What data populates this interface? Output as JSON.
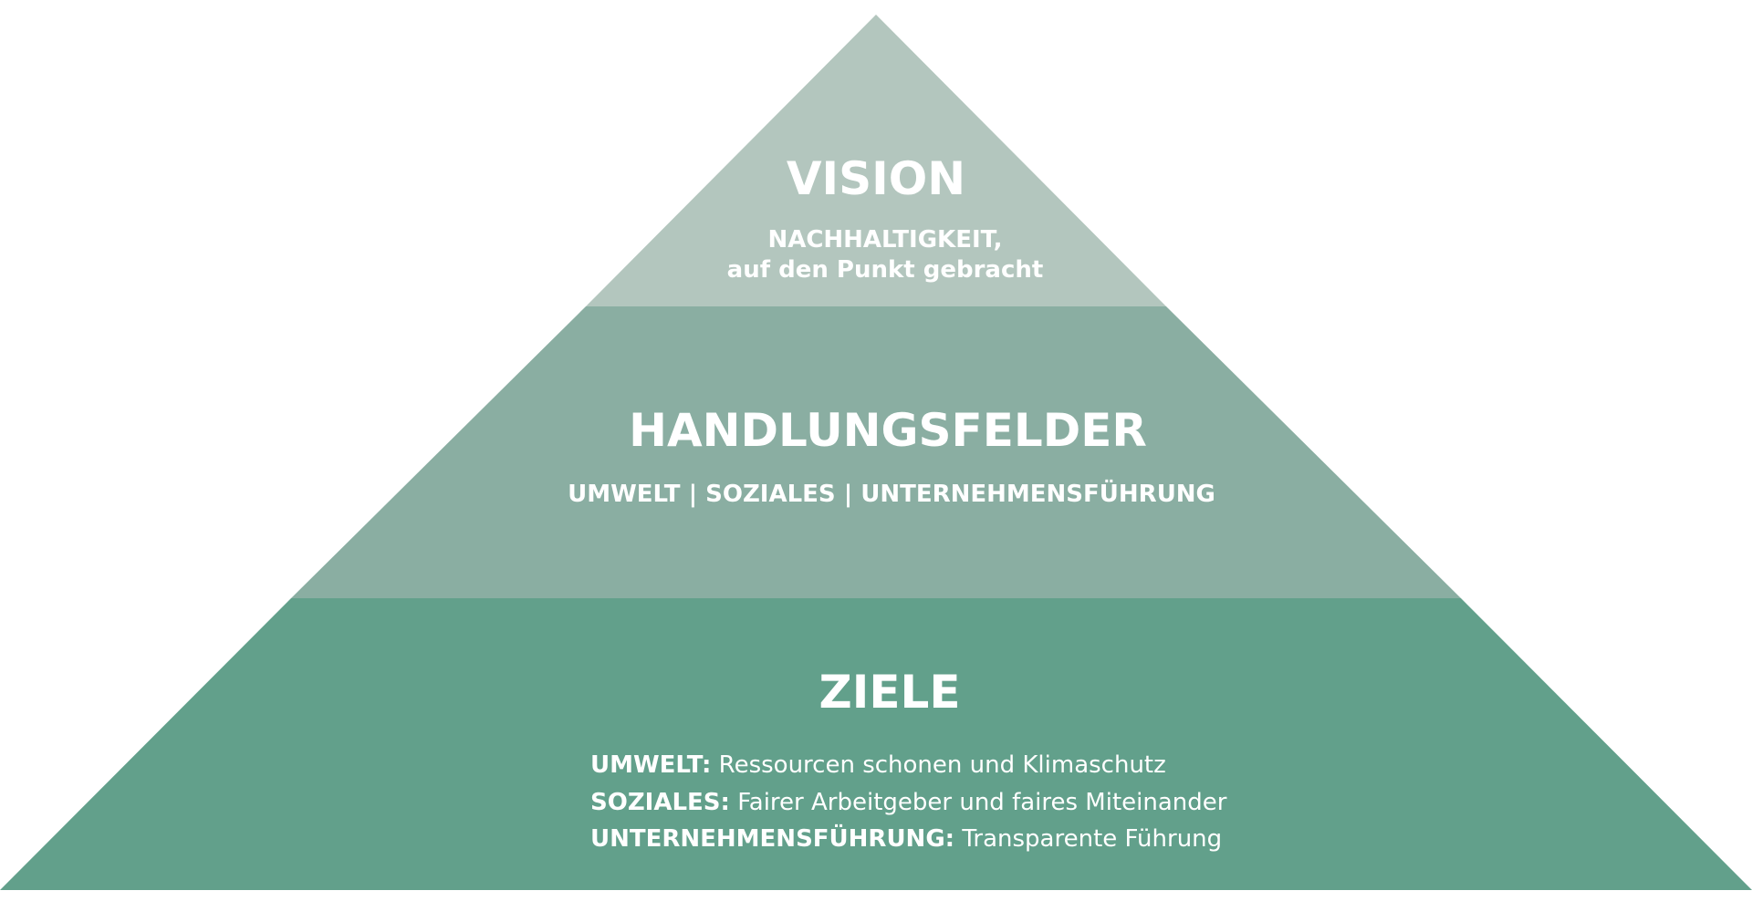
{
  "colors": {
    "vision": "#b3c6be",
    "handlungsfelder": "#8aaea2",
    "ziele": "#62a08b",
    "text": "#ffffff",
    "background": "#ffffff"
  },
  "vision": {
    "title": "VISION",
    "subtitle_line1": "NACHHALTIGKEIT,",
    "subtitle_line2": "auf den Punkt gebracht"
  },
  "handlungsfelder": {
    "title": "HANDLUNGSFELDER",
    "subtitle": "UMWELT | SOZIALES | UNTERNEHMENSFÜHRUNG"
  },
  "ziele": {
    "title": "ZIELE",
    "goals": [
      {
        "label": "UMWELT:",
        "text": " Ressourcen schonen und Klimaschutz"
      },
      {
        "label": "SOZIALES:",
        "text": " Fairer Arbeitgeber und faires Miteinander"
      },
      {
        "label": "UNTERNEHMENSFÜHRUNG:",
        "text": " Transparente Führung"
      }
    ]
  }
}
